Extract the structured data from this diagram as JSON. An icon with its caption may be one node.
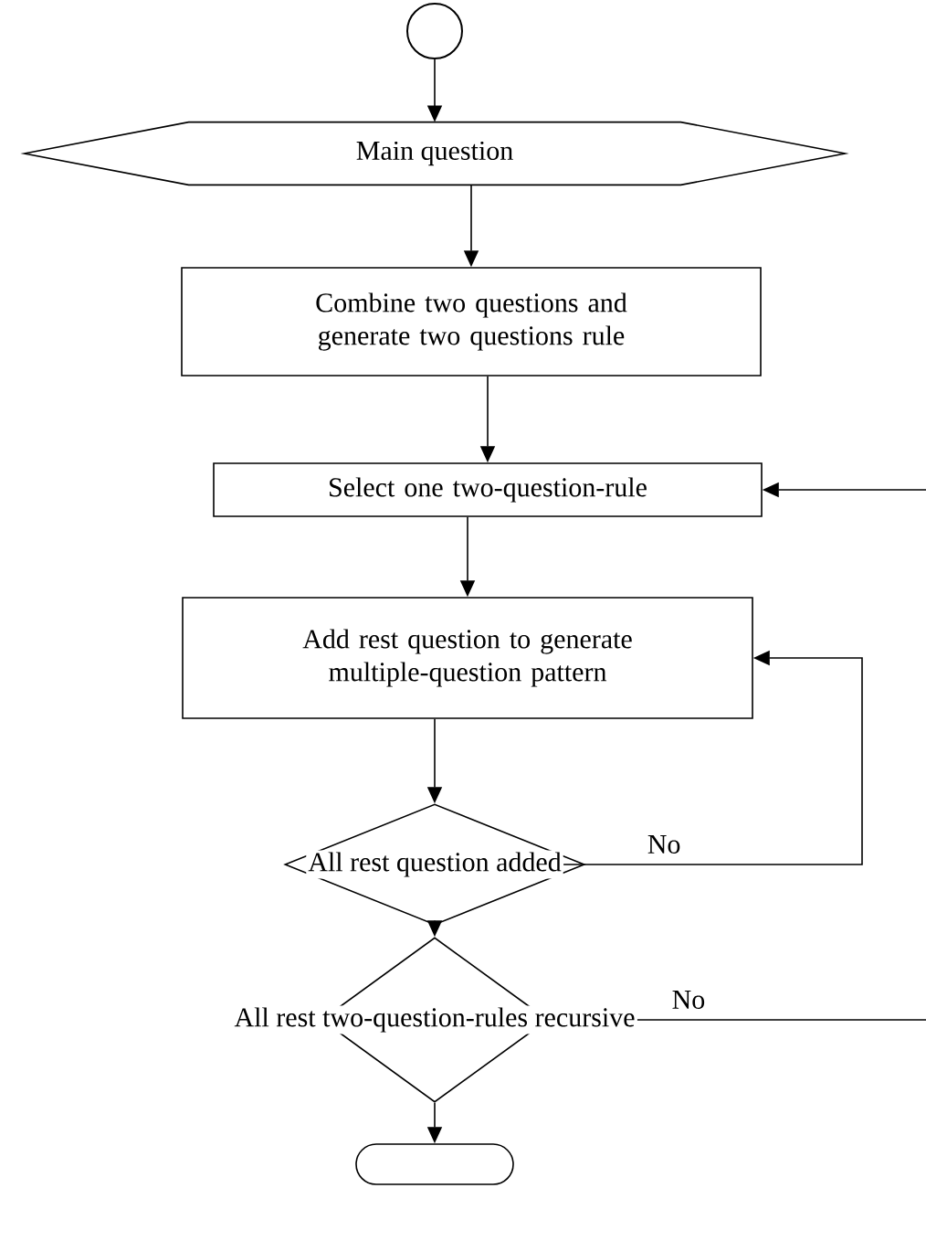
{
  "diagram": {
    "nodes": [
      {
        "text": [],
        "shape": "circle"
      },
      {
        "text": [
          "Main question"
        ]
      },
      {
        "text": [
          "Combine two questions and generate two questions rule"
        ]
      },
      {
        "text": [
          "Select one two-question-rule"
        ]
      },
      {
        "text": [
          "Add rest question to generate multiple-question pattern"
        ]
      },
      {
        "text": [
          "All rest question added"
        ]
      },
      {
        "text": [
          "All rest two-question-rules recursive"
        ]
      },
      {
        "text": [],
        "shape": "box"
      }
    ],
    "edges": [
      {
        "from": 0,
        "to": 1,
        "arrow": "to"
      },
      {
        "from": 1,
        "to": 2,
        "arrow": "to"
      },
      {
        "from": 2,
        "to": 3,
        "arrow": "to"
      },
      {
        "from": 3,
        "to": 4,
        "arrow": "to"
      },
      {
        "from": 4,
        "to": 5,
        "arrow": "to"
      },
      {
        "from": 5,
        "to": 4,
        "arrow": "to",
        "label": "No"
      },
      {
        "from": 5,
        "to": 6,
        "arrow": "to"
      },
      {
        "from": 6,
        "to": 7,
        "arrow": "to"
      },
      {
        "from": 6,
        "to": null,
        "arrow": "none",
        "label": "No"
      },
      {
        "from": null,
        "to": 3,
        "arrow": "to"
      }
    ]
  }
}
